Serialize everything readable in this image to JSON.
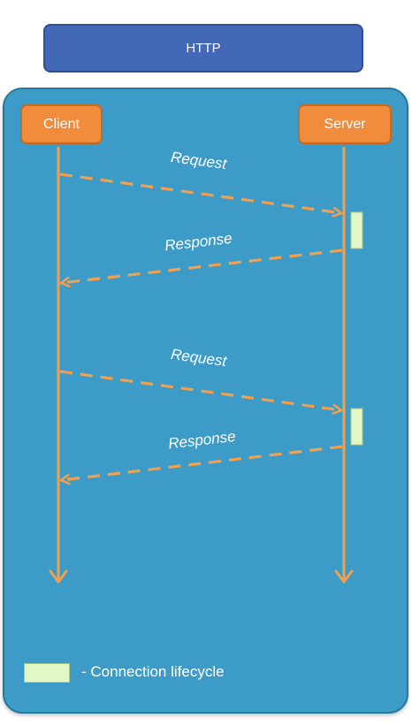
{
  "title": "HTTP",
  "actors": {
    "client": "Client",
    "server": "Server"
  },
  "messages": [
    {
      "label": "Request",
      "from": "client",
      "to": "server"
    },
    {
      "label": "Response",
      "from": "server",
      "to": "client"
    },
    {
      "label": "Request",
      "from": "client",
      "to": "server"
    },
    {
      "label": "Response",
      "from": "server",
      "to": "client"
    }
  ],
  "legend": {
    "text": "- Connection lifecycle"
  },
  "colors": {
    "title_fill": "#4468b8",
    "panel_fill": "#3c9cc7",
    "actor_fill": "#f08c3c",
    "arrow": "#f0a050",
    "lifecycle_fill": "#e2f6c6"
  }
}
